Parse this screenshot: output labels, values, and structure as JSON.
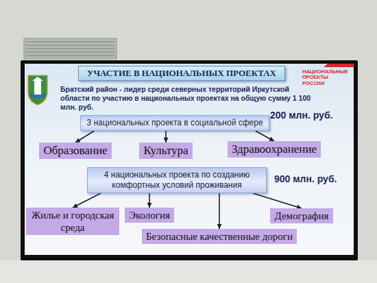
{
  "diagram": {
    "title": "УЧАСТИЕ В НАЦИОНАЛЬНЫХ ПРОЕКТАХ",
    "nodes": [
      {
        "text": [
          "3 национальных проекта в социальной сфере"
        ]
      },
      {
        "text": [
          "Образование"
        ]
      },
      {
        "text": [
          "Культура"
        ]
      },
      {
        "text": [
          "Здравоохранение"
        ]
      },
      {
        "text": [
          "4 национальных проекта по созданию комфортных условий проживания"
        ]
      },
      {
        "text": [
          "Жилье и городская среда"
        ]
      },
      {
        "text": [
          "Экология"
        ]
      },
      {
        "text": [
          "Демография"
        ]
      },
      {
        "text": [
          "Безопасные качественные дороги"
        ]
      }
    ],
    "edges": [
      {
        "from": 0,
        "to": 1,
        "arrow": "to"
      },
      {
        "from": 0,
        "to": 2,
        "arrow": "to"
      },
      {
        "from": 0,
        "to": 3,
        "arrow": "to"
      },
      {
        "from": 4,
        "to": 5,
        "arrow": "to"
      },
      {
        "from": 4,
        "to": 6,
        "arrow": "to"
      },
      {
        "from": 4,
        "to": 7,
        "arrow": "to"
      },
      {
        "from": 4,
        "to": 8,
        "arrow": "to"
      }
    ],
    "labels": [
      "НАЦИОНАЛЬНЫЕ ПРОЕКТЫ РОССИИ",
      "Братский район - лидер среди северных территорий Иркутской области по участию в национальных проектах на общую сумму 1 100 млн. руб.",
      "200 млн. руб.",
      "900 млн. руб."
    ]
  }
}
